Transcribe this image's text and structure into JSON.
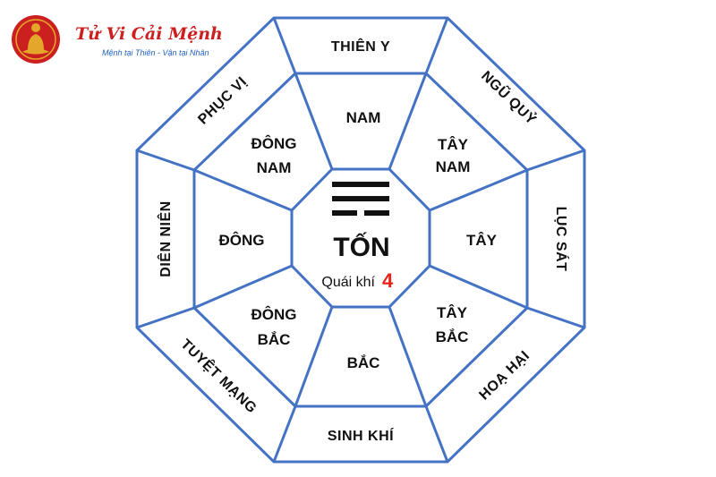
{
  "logo": {
    "title": "Tử Vi Cải Mệnh",
    "subtitle": "Mệnh tại Thiên - Vận tại Nhân"
  },
  "center": {
    "trigram_name": "TỐN",
    "quai_khi_label": "Quái khí",
    "quai_khi_number": "4",
    "trigram_icon": "trigram-ton-icon"
  },
  "directions": {
    "nam": "NAM",
    "tay_nam": [
      "TÂY",
      "NAM"
    ],
    "tay": "TÂY",
    "tay_bac": [
      "TÂY",
      "BẮC"
    ],
    "bac": "BẮC",
    "dong_bac": [
      "ĐÔNG",
      "BẮC"
    ],
    "dong": "ĐÔNG",
    "dong_nam": [
      "ĐÔNG",
      "NAM"
    ]
  },
  "stars": {
    "top": "THIÊN Y",
    "top_right": "NGŨ QUỶ",
    "right": "LỤC SÁT",
    "bottom_right": "HOẠ HẠI",
    "bottom": "SINH KHÍ",
    "bottom_left": "TUYỆT MẠNG",
    "left": "DIÊN NIÊN",
    "top_left": "PHỤC VỊ"
  },
  "colors": {
    "line": "#4472c4",
    "accent_red": "#e8221b",
    "logo_red": "#cc1f1f",
    "logo_gold": "#e3a72b",
    "logo_blue": "#1f5fbf"
  }
}
